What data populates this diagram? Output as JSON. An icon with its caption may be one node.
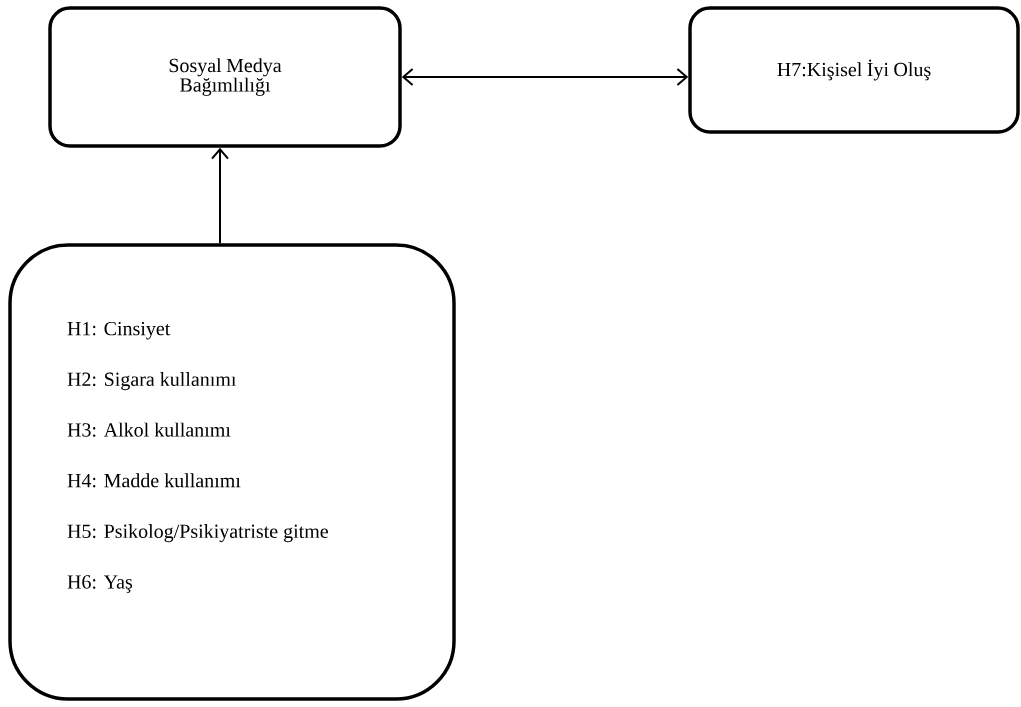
{
  "diagram": {
    "nodes": [
      {
        "text": [
          "Sosyal Medya Bağımlılığı"
        ]
      },
      {
        "text": [
          "H7:Kişisel İyi Oluş"
        ]
      },
      {
        "text": [
          "H1: Cinsiyet",
          "H2: Sigara kullanımı",
          "H3: Alkol kullanımı",
          "H4: Madde kullanımı",
          "H5: Psikolog/Psikiyatriste gitme",
          "H6: Yaş"
        ]
      }
    ],
    "edges": [
      {
        "from": 0,
        "to": 1,
        "arrow": "both"
      },
      {
        "from": 2,
        "to": 0,
        "arrow": "to"
      }
    ]
  }
}
